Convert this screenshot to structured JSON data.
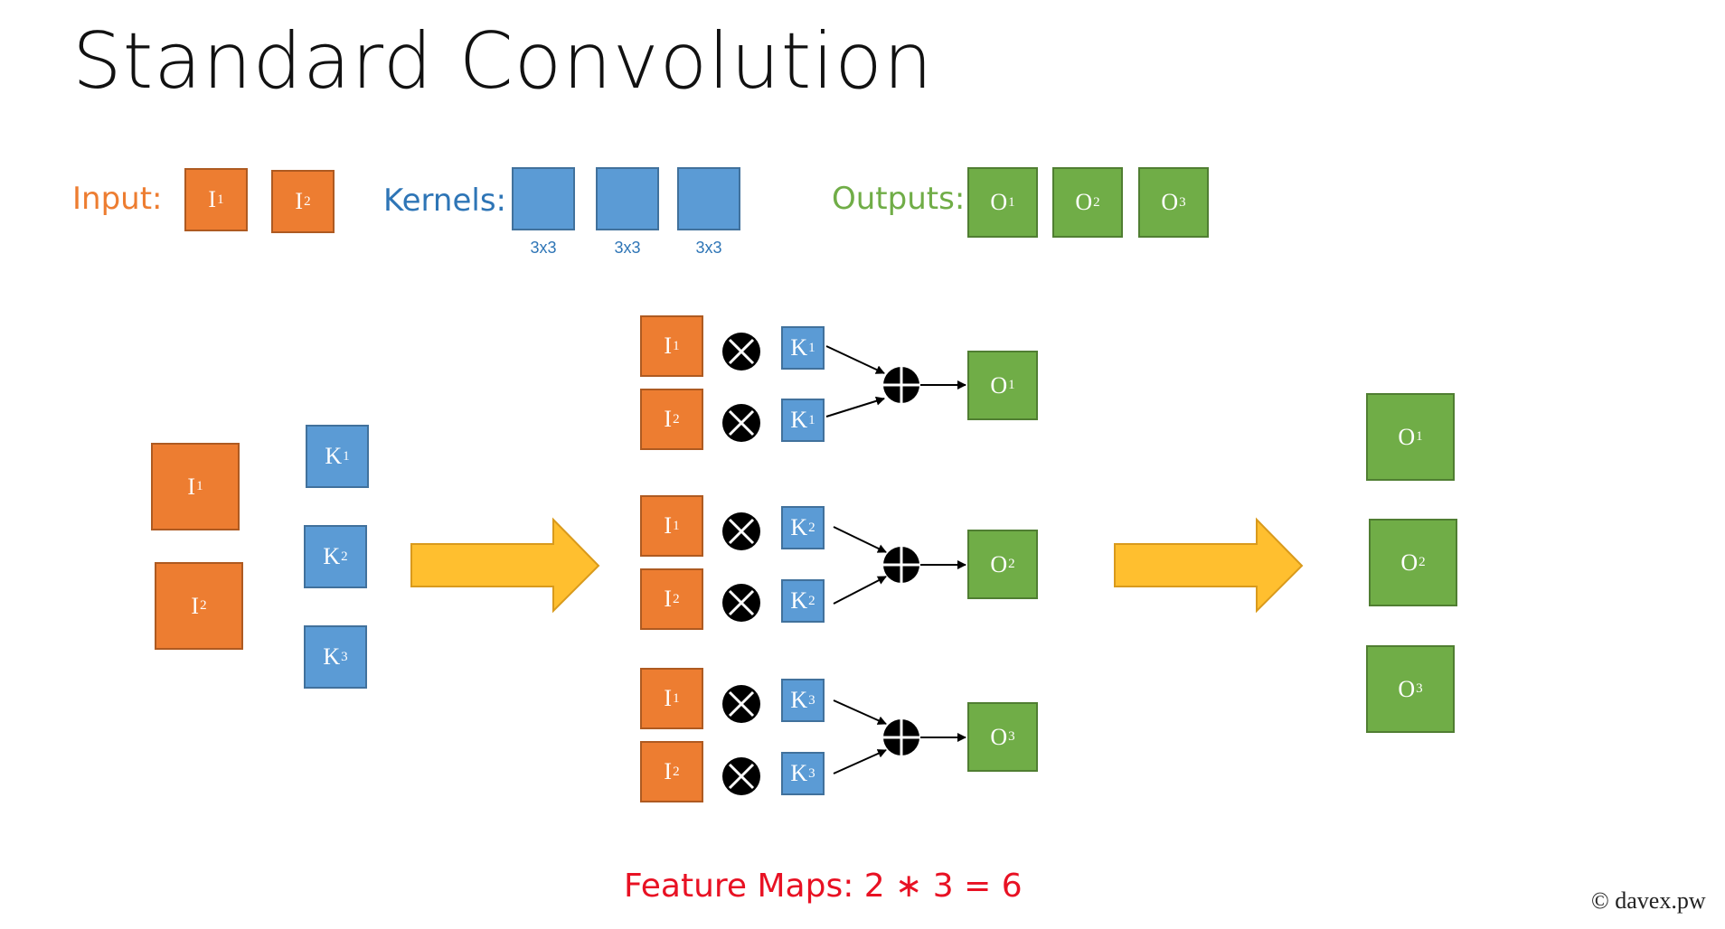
{
  "title": "Standard Convolution",
  "legend": {
    "input_label": "Input:",
    "kernels_label": "Kernels:",
    "outputs_label": "Outputs:",
    "inputs": [
      {
        "base": "I",
        "sub": "1"
      },
      {
        "base": "I",
        "sub": "2"
      }
    ],
    "kernels": [
      {
        "size": "3x3"
      },
      {
        "size": "3x3"
      },
      {
        "size": "3x3"
      }
    ],
    "outputs": [
      {
        "base": "O",
        "sub": "1"
      },
      {
        "base": "O",
        "sub": "2"
      },
      {
        "base": "O",
        "sub": "3"
      }
    ]
  },
  "left_group": {
    "inputs": [
      {
        "base": "I",
        "sub": "1"
      },
      {
        "base": "I",
        "sub": "2"
      }
    ],
    "kernels": [
      {
        "base": "K",
        "sub": "1"
      },
      {
        "base": "K",
        "sub": "2"
      },
      {
        "base": "K",
        "sub": "3"
      }
    ]
  },
  "middle_groups": [
    {
      "rows": [
        {
          "i": {
            "base": "I",
            "sub": "1"
          },
          "k": {
            "base": "K",
            "sub": "1"
          }
        },
        {
          "i": {
            "base": "I",
            "sub": "2"
          },
          "k": {
            "base": "K",
            "sub": "1"
          }
        }
      ],
      "output": {
        "base": "O",
        "sub": "1"
      }
    },
    {
      "rows": [
        {
          "i": {
            "base": "I",
            "sub": "1"
          },
          "k": {
            "base": "K",
            "sub": "2"
          }
        },
        {
          "i": {
            "base": "I",
            "sub": "2"
          },
          "k": {
            "base": "K",
            "sub": "2"
          }
        }
      ],
      "output": {
        "base": "O",
        "sub": "2"
      }
    },
    {
      "rows": [
        {
          "i": {
            "base": "I",
            "sub": "1"
          },
          "k": {
            "base": "K",
            "sub": "3"
          }
        },
        {
          "i": {
            "base": "I",
            "sub": "2"
          },
          "k": {
            "base": "K",
            "sub": "3"
          }
        }
      ],
      "output": {
        "base": "O",
        "sub": "3"
      }
    }
  ],
  "right_group": {
    "outputs": [
      {
        "base": "O",
        "sub": "1"
      },
      {
        "base": "O",
        "sub": "2"
      },
      {
        "base": "O",
        "sub": "3"
      }
    ]
  },
  "footer": "Feature Maps: 2 ∗ 3 = 6",
  "credit": "© davex.pw",
  "colors": {
    "input": "#ED7D31",
    "kernel": "#5B9BD5",
    "output": "#70AD47",
    "arrow": "#FFBF2F",
    "footer": "#E81123",
    "input_label": "#ED7D31",
    "kernel_label": "#2E75B6",
    "output_label": "#70AD47"
  }
}
